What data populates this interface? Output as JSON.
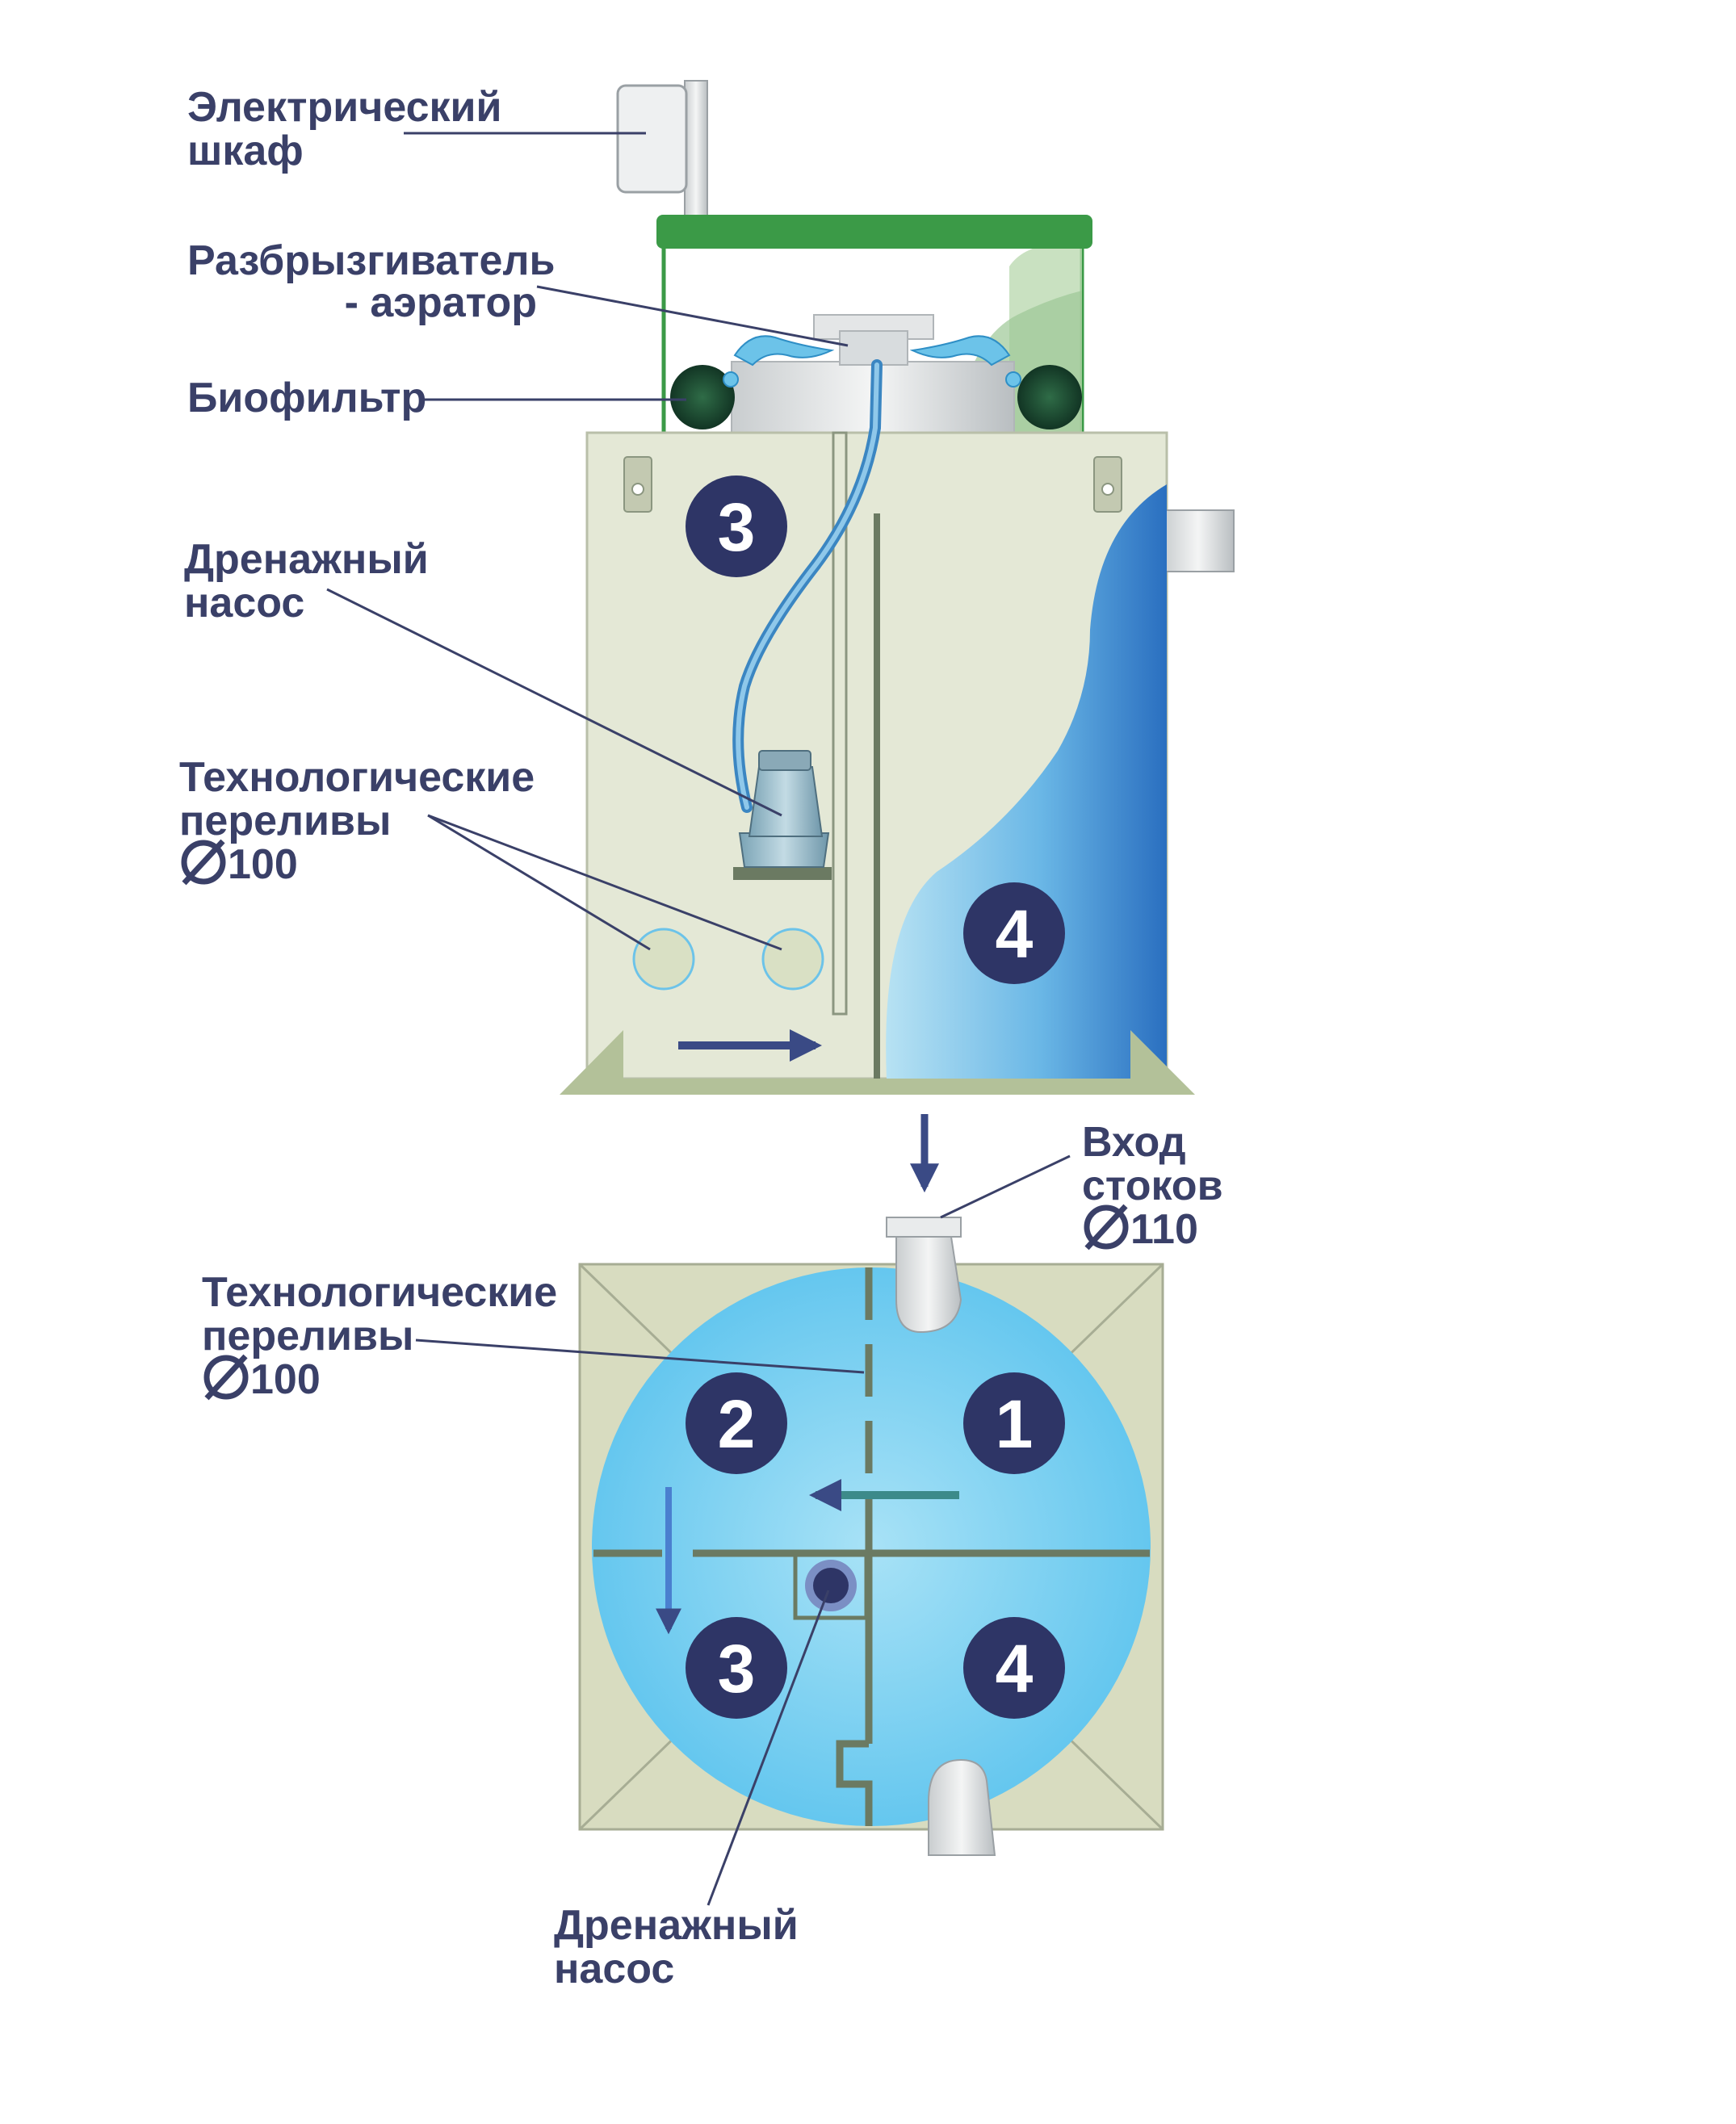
{
  "labels": {
    "electric_cabinet": [
      "Электрический",
      "шкаф"
    ],
    "sprinkler_aerator": [
      "Разбрызгиватель",
      "- аэратор"
    ],
    "biofilter": "Биофильтр",
    "drainage_pump_top": [
      "Дренажный",
      "насос"
    ],
    "overflows_top": [
      "Технологические",
      "переливы",
      "100"
    ],
    "inlet": [
      "Вход",
      "стоков",
      "110"
    ],
    "overflows_bottom": [
      "Технологические",
      "переливы",
      "100"
    ],
    "drainage_pump_bottom": [
      "Дренажный",
      "насос"
    ]
  },
  "chambers": {
    "side_view": [
      "3",
      "4"
    ],
    "plan_view": [
      "1",
      "2",
      "3",
      "4"
    ]
  },
  "colors": {
    "label_text": "#3a4068",
    "badge": "#2e3566",
    "lid_green": "#3b9a47",
    "tank_body": "#e2e6d4",
    "base_green": "#b3c199",
    "water_light": "#a9dbef",
    "water_deep": "#2f7ec7",
    "plan_water": "#6dcbee",
    "partition": "#6b7a62",
    "leader_line": "#3a4068"
  },
  "icons": [
    "diameter-icon",
    "flow-arrow-icon",
    "pump-icon",
    "biofilter-icon",
    "spray-icon",
    "pipe-icon"
  ]
}
